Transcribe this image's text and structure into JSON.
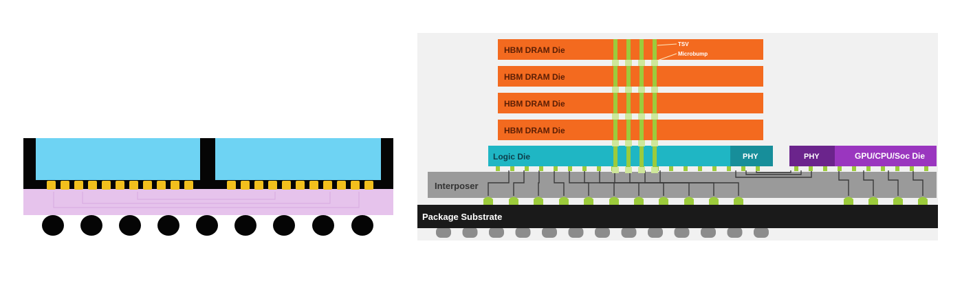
{
  "left_diagram": {},
  "right_diagram": {
    "dram_dies": [
      "HBM DRAM Die",
      "HBM DRAM Die",
      "HBM DRAM Die",
      "HBM DRAM Die"
    ],
    "tsv_label": "TSV",
    "microbump_label": "Microbump",
    "logic_die_label": "Logic Die",
    "phy_left_label": "PHY",
    "phy_right_label": "PHY",
    "gpu_label": "GPU/CPU/Soc Die",
    "interposer_label": "Interposer",
    "package_substrate_label": "Package Substrate"
  },
  "colors": {
    "chip": "#6ed3f3",
    "mold": "#050505",
    "bump": "#f2bf1d",
    "substrate": "#e6c3ec",
    "dram": "#f36a1f",
    "logic": "#1fb6c4",
    "phy": "#7a2a9e",
    "gpu": "#9a36bf",
    "interposer": "#9a9a9a",
    "micro": "#9ccb3c",
    "package": "#1a1a1a",
    "ball": "#8c8c8c"
  }
}
